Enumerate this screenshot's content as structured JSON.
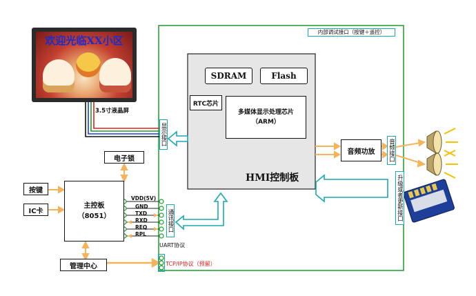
{
  "lcd": {
    "screen_text": "欢迎光临XX小区",
    "caption": "3.5寸液晶屏",
    "colors": {
      "screen_text": "#1a2dcf",
      "wire_red": "#e31b1b",
      "wire_green": "#1c9a2c",
      "wire_blue": "#1b3fd6",
      "wire_black": "#111111"
    }
  },
  "debug_port": {
    "label": "内部调试接口（按键＋遥控）"
  },
  "hmi_board": {
    "title": "HMI控制板",
    "sdram": "SDRAM",
    "flash": "Flash",
    "rtc": "RTC芯片",
    "processor": "多媒体显示处理芯片\n（ARM）"
  },
  "ports": {
    "display": "显示接口",
    "comm": "通讯接口",
    "audio": "音频接口",
    "upgrade": "升级或者更新接口"
  },
  "audio_amp": "音频功放",
  "e_lock": "电子锁",
  "keypad": "按键",
  "ic_card": "IC卡",
  "main_board": {
    "line1": "主控板",
    "line2": "（8051）"
  },
  "signals": [
    "VDD(5V)",
    "GND",
    "TXD",
    "RXD",
    "REQ",
    "RPL"
  ],
  "uart_label": "UART协议",
  "management": "管理中心",
  "tcp_label": "TCP/IP协议（预留）",
  "colors": {
    "accent_teal": "#19a9b0",
    "arrow_orange": "#f5b45a",
    "hmi_fill": "#e6e6e6",
    "frame_green": "#1c9a2c"
  }
}
